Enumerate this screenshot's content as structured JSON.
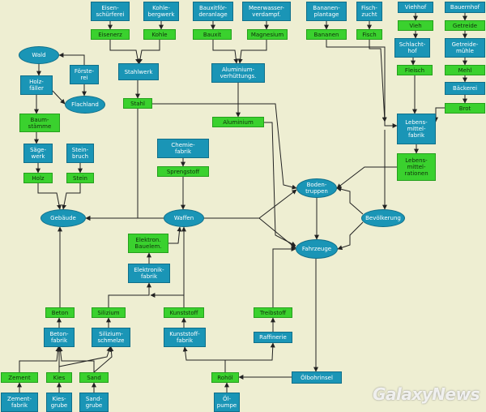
{
  "watermark": "GalaxyNews",
  "colors": {
    "producer": "#1a95b6",
    "resource": "#3ad12e",
    "edge": "#222222"
  },
  "nodes": {
    "eisenschuerferei": "Eisen-\nschürferei",
    "kohlebergwerk": "Kohle-\nbergwerk",
    "bauxitfoerderanlage": "Bauxitför-\nderanlage",
    "meerwasserverdampf": "Meerwasser-\nverdampf.",
    "bananenplantage": "Bananen-\nplantage",
    "fischzucht": "Fisch-\nzucht",
    "viehhof": "Viehhof",
    "bauernhof": "Bauernhof",
    "eisenerz": "Eisenerz",
    "kohle": "Kohle",
    "bauxit": "Bauxit",
    "magnesium": "Magnesium",
    "bananen": "Bananen",
    "fisch": "Fisch",
    "vieh": "Vieh",
    "getreide": "Getreide",
    "wald": "Wald",
    "foersterei": "Förste-\nrei",
    "holzfaeller": "Holz-\nfäller",
    "flachland": "Flachland",
    "stahlwerk": "Stahlwerk",
    "aluminiumverhuettung": "Aluminium-\nverhüttungs.",
    "schlachthof": "Schlacht-\nhof",
    "getreidemuehle": "Getreide-\nmühle",
    "fleisch": "Fleisch",
    "mehl": "Mehl",
    "baeckerei": "Bäckerei",
    "stahl": "Stahl",
    "brot": "Brot",
    "aluminium": "Aluminium",
    "baumstaemme": "Baum-\nstämme",
    "lebensmittelfabrik": "Lebens-\nmittel-\nfabrik",
    "saegewerk": "Säge-\nwerk",
    "steinbruch": "Stein-\nbruch",
    "chemiefabrik": "Chemie-\nfabrik",
    "lebensmittelrationen": "Lebens-\nmittel-\nrationen",
    "sprengstoff": "Sprengstoff",
    "holz": "Holz",
    "stein": "Stein",
    "bodentruppen": "Boden-\ntruppen",
    "gebaeude": "Gebäude",
    "waffen": "Waffen",
    "bevoelkerung": "Bevölkerung",
    "elektronbauelem": "Elektron.\nBauelem.",
    "fahrzeuge": "Fahrzeuge",
    "elektronikfabrik": "Elektronik-\nfabrik",
    "beton": "Beton",
    "silizium": "Silizium",
    "kunststoff": "Kunststoff",
    "treibstoff": "Treibstoff",
    "betonfabrik": "Beton-\nfabrik",
    "siliziumschmelze": "Silizium-\nschmelze",
    "kunststofffabrik": "Kunststoff-\nfabrik",
    "raffinerie": "Raffinerie",
    "zement": "Zement",
    "kies": "Kies",
    "sand": "Sand",
    "roehoel": "Rohöl",
    "oelbohrinsel": "Ölbohrinsel",
    "zementfabrik": "Zement-\nfabrik",
    "kiesgrube": "Kies-\ngrube",
    "sandgrube": "Sand-\ngrube",
    "oelpumpe": "Öl-\npumpe"
  }
}
